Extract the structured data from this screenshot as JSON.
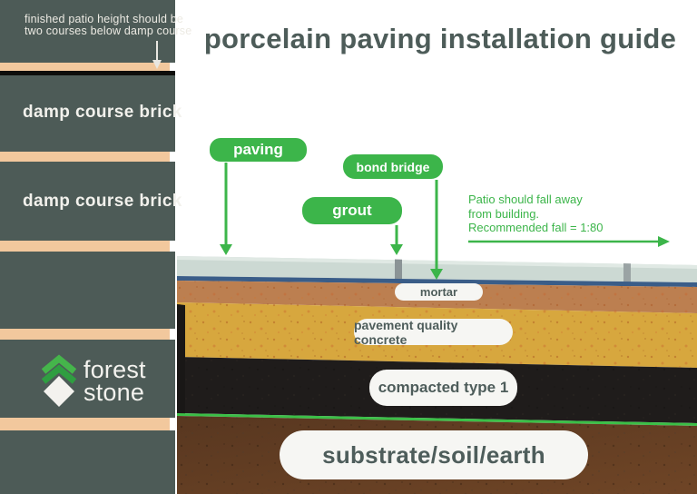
{
  "title": "porcelain paving installation guide",
  "wall": {
    "note_line1": "finished patio height should be",
    "note_line2": "two courses below damp course",
    "brick_labels": [
      "damp course brick",
      "damp course brick"
    ]
  },
  "callouts": {
    "paving": "paving",
    "bond_bridge": "bond bridge",
    "grout": "grout"
  },
  "fall_note": {
    "line1": "Patio should fall away",
    "line2": "from building.",
    "line3": "Recommended fall = 1:80"
  },
  "layer_labels": {
    "mortar": "mortar",
    "concrete": "pavement quality concrete",
    "type1": "compacted type 1",
    "substrate": "substrate/soil/earth"
  },
  "logo": {
    "word1": "forest",
    "word2": "stone"
  },
  "colors": {
    "accent_green": "#3cb54a",
    "wall_slate": "#4d5b57",
    "mortar_band_tan": "#f2c89d",
    "paving_grey": "#ccd9d3",
    "bond_bridge_blue": "#3a5d88",
    "mortar_layer_brown": "#bc7f50",
    "concrete_yellow": "#d7a73e",
    "type1_black": "#1f1c1b",
    "substrate_brown": "#5d3a21",
    "text_dark": "#4d5c59"
  }
}
